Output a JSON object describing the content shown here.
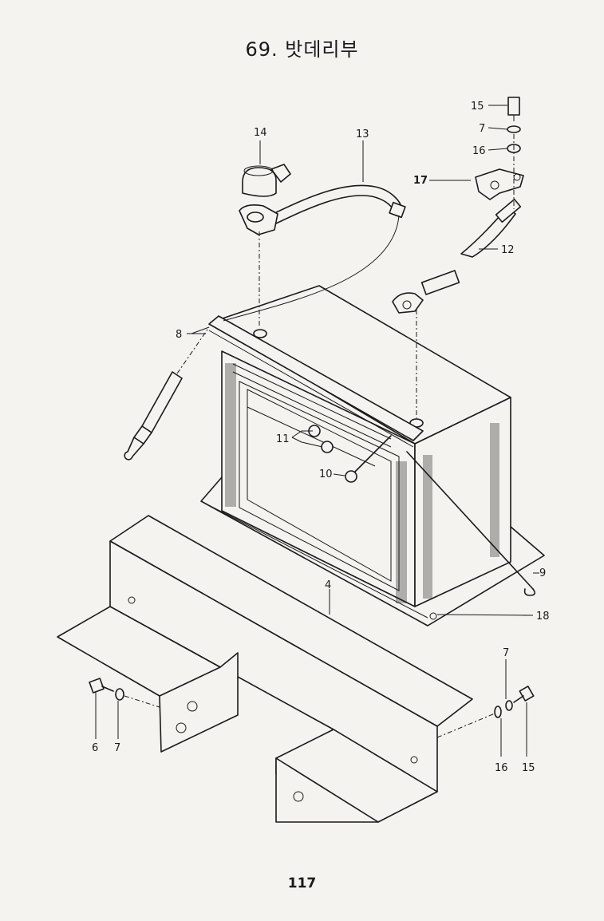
{
  "title": "69. 밧데리부",
  "page_number": "117",
  "callouts": [
    {
      "id": "c15a",
      "text": "15"
    },
    {
      "id": "c7a",
      "text": "7"
    },
    {
      "id": "c16a",
      "text": "16"
    },
    {
      "id": "c17",
      "text": "17"
    },
    {
      "id": "c14",
      "text": "14"
    },
    {
      "id": "c13",
      "text": "13"
    },
    {
      "id": "c12",
      "text": "12"
    },
    {
      "id": "c8",
      "text": "8"
    },
    {
      "id": "c11",
      "text": "11"
    },
    {
      "id": "c10",
      "text": "10"
    },
    {
      "id": "c9",
      "text": "9"
    },
    {
      "id": "c4",
      "text": "4"
    },
    {
      "id": "c18",
      "text": "18"
    },
    {
      "id": "c6",
      "text": "6"
    },
    {
      "id": "c7b",
      "text": "7"
    },
    {
      "id": "c7c",
      "text": "7"
    },
    {
      "id": "c16b",
      "text": "16"
    },
    {
      "id": "c15b",
      "text": "15"
    }
  ]
}
